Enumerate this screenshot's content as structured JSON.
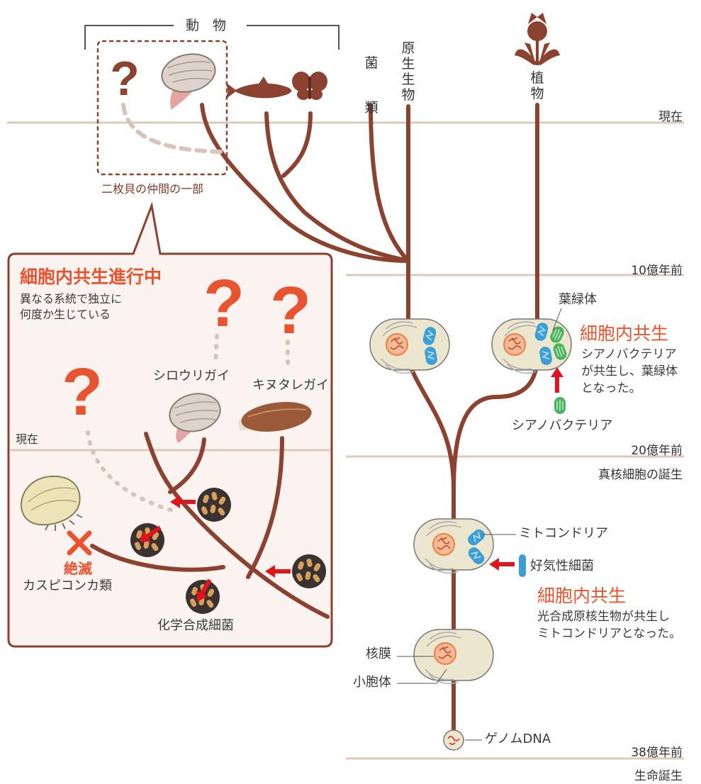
{
  "top": {
    "animals": "動　物",
    "fungi": "菌類",
    "protists": "原生生物",
    "plants": "植物",
    "bivalve_group": "二枚貝の仲間の一部"
  },
  "time_labels": {
    "present": "現在",
    "billion1": "10億年前",
    "billion2": "20億年前",
    "eukaryote_birth": "真核細胞の誕生",
    "billion38": "38億年前",
    "life_birth": "生命誕生"
  },
  "inset": {
    "title": "細胞内共生進行中",
    "desc_line1": "異なる系統で独立に",
    "desc_line2": "何度か生じている",
    "present": "現在",
    "shirouri": "シロウリガイ",
    "kinutare": "キヌタレガイ",
    "extinct": "絶滅",
    "caspicon": "カスピコンカ類",
    "chemo": "化学合成細菌",
    "question_mark": "?"
  },
  "right": {
    "chloroplast": "葉緑体",
    "endo1_title": "細胞内共生",
    "endo1_l1": "シアノバクテリア",
    "endo1_l2": "が共生し、葉緑体",
    "endo1_l3": "となった。",
    "cyano": "シアノバクテリア",
    "mito": "ミトコンドリア",
    "aerobic": "好気性細菌",
    "endo2_title": "細胞内共生",
    "endo2_l1": "光合成原核生物が共生し",
    "endo2_l2": "ミトコンドリアとなった。",
    "nuclear_membrane": "核膜",
    "vesicle": "小胞体",
    "genome": "ゲノムDNA"
  },
  "colors": {
    "branch": "#8b4230",
    "accent": "#e8542f",
    "timeline": "#dcc8bd",
    "cell_fill": "#ece6cf",
    "mito": "#3b9fd6",
    "chloro": "#49b25c",
    "arrow": "#e0141c"
  }
}
